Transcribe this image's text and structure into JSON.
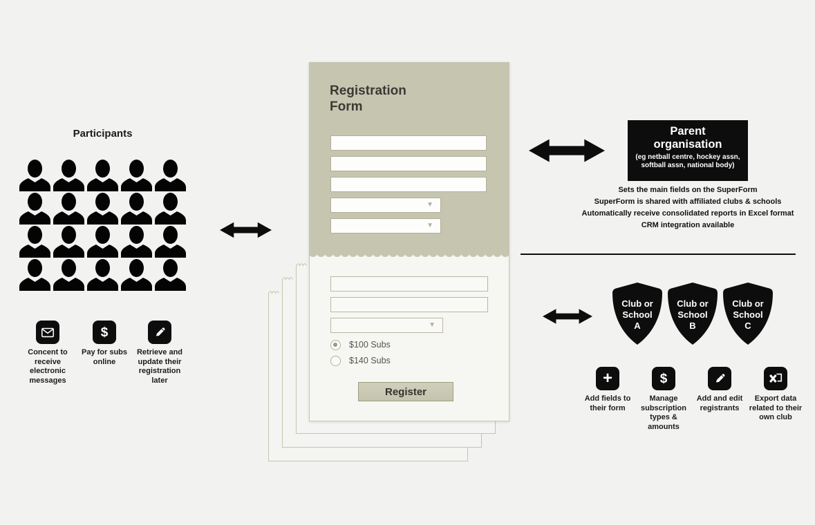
{
  "participants": {
    "title": "Participants",
    "grid": {
      "count": 20,
      "cols": 5
    },
    "features": [
      {
        "icon": "mail-icon",
        "label": "Concent to receive electronic messages"
      },
      {
        "icon": "dollar-icon",
        "label": "Pay for subs online"
      },
      {
        "icon": "pencil-icon",
        "label": "Retrieve and update their registration later"
      }
    ]
  },
  "registration_form": {
    "title": "Registration\nForm",
    "subscription_options": [
      {
        "label": "$100 Subs",
        "selected": true
      },
      {
        "label": "$140 Subs",
        "selected": false
      }
    ],
    "register_button": "Register"
  },
  "parent_organisation": {
    "title": "Parent\norganisation",
    "subtitle": "(eg netball centre, hockey assn,\nsoftball assn, national body)",
    "notes": [
      "Sets the main fields on the SuperForm",
      "SuperForm is shared with affiliated clubs & schools",
      "Automatically receive consolidated reports in Excel format",
      "CRM integration available"
    ]
  },
  "clubs": {
    "shields": [
      {
        "label": "Club or\nSchool\nA"
      },
      {
        "label": "Club or\nSchool\nB"
      },
      {
        "label": "Club or\nSchool\nC"
      }
    ],
    "features": [
      {
        "icon": "plus-icon",
        "label": "Add fields to their form"
      },
      {
        "icon": "dollar-icon",
        "label": "Manage subscription types & amounts"
      },
      {
        "icon": "pencil-icon",
        "label": "Add and edit registrants"
      },
      {
        "icon": "excel-icon",
        "label": "Export data related to their own club"
      }
    ]
  },
  "colors": {
    "background": "#f2f2f0",
    "form_header": "#c6c5b0",
    "form_body": "#f6f6f3",
    "black": "#0d0d0d",
    "accent_border": "#b3b29a"
  }
}
